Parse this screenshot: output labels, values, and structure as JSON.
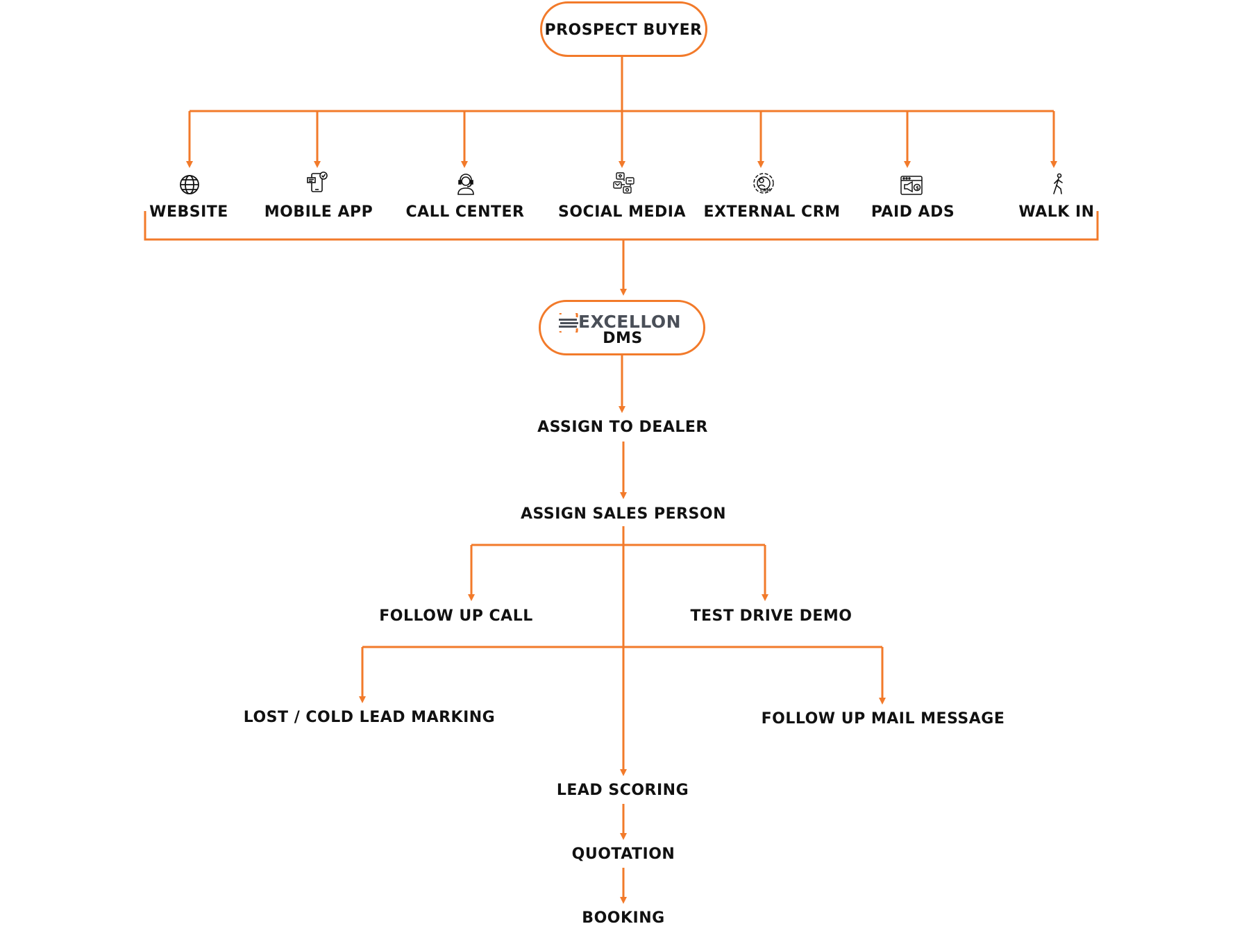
{
  "colors": {
    "connector": "#f27a2a",
    "text": "#111111",
    "logo_text": "#4a4f58",
    "logo_accent": "#f27a2a"
  },
  "top_node": {
    "label": "PROSPECT BUYER"
  },
  "channels": [
    {
      "label": "WEBSITE",
      "icon": "globe-icon"
    },
    {
      "label": "MOBILE APP",
      "icon": "mobile-app-icon"
    },
    {
      "label": "CALL CENTER",
      "icon": "headset-agent-icon"
    },
    {
      "label": "SOCIAL MEDIA",
      "icon": "social-media-icon"
    },
    {
      "label": "EXTERNAL CRM",
      "icon": "crm-gear-icon"
    },
    {
      "label": "PAID ADS",
      "icon": "ad-megaphone-icon"
    },
    {
      "label": "WALK IN",
      "icon": "walking-person-icon"
    }
  ],
  "dms_node": {
    "logo_text": "EXCELLON",
    "label": "DMS"
  },
  "steps": {
    "assign_dealer": "ASSIGN TO DEALER",
    "assign_sales_person": "ASSIGN SALES PERSON",
    "follow_up_call": "FOLLOW UP CALL",
    "test_drive_demo": "TEST DRIVE DEMO",
    "lost_cold_lead": "LOST / COLD LEAD MARKING",
    "follow_up_mail": "FOLLOW UP MAIL MESSAGE",
    "lead_scoring": "LEAD SCORING",
    "quotation": "QUOTATION",
    "booking": "BOOKING"
  }
}
